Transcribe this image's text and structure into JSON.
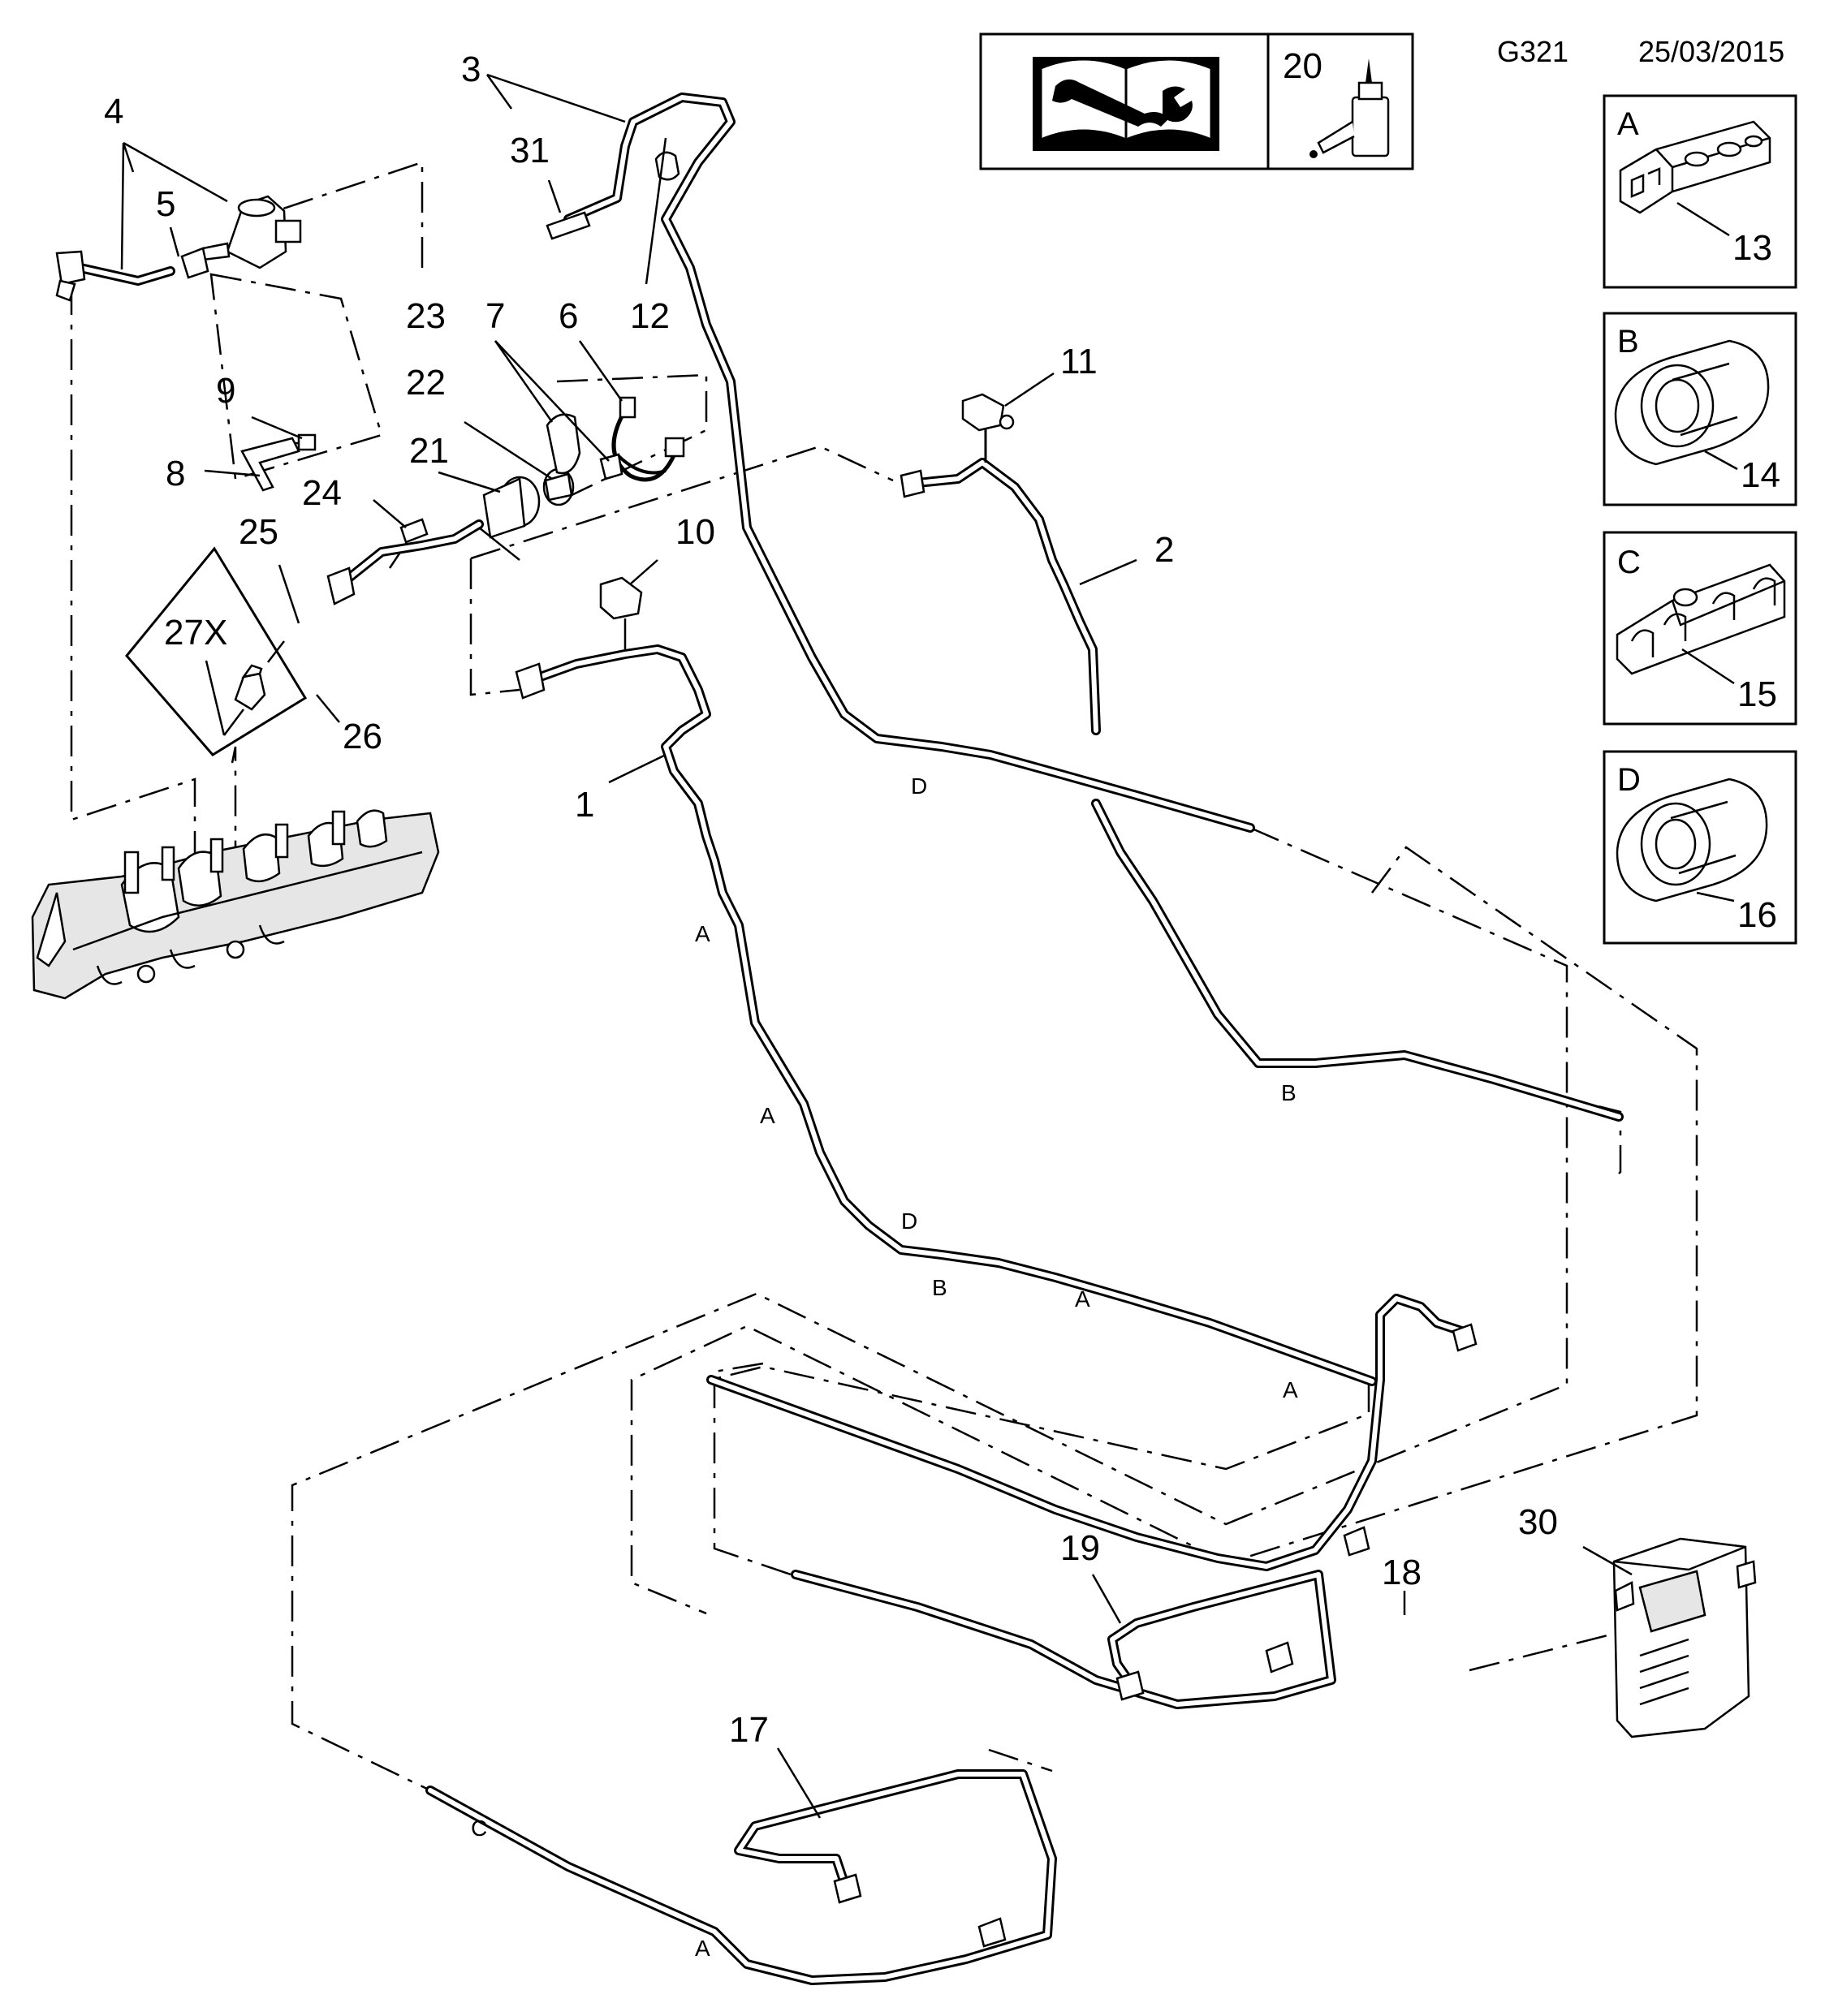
{
  "header": {
    "diagram_code": "G321",
    "date": "25/03/2015",
    "lubricant_ref": "20"
  },
  "clip_legend": [
    {
      "letter": "A",
      "part": "13",
      "icon": "multi-clip-icon"
    },
    {
      "letter": "B",
      "part": "14",
      "icon": "single-clip-icon"
    },
    {
      "letter": "C",
      "part": "15",
      "icon": "triple-clip-icon"
    },
    {
      "letter": "D",
      "part": "16",
      "icon": "single-clip-icon"
    }
  ],
  "callouts": [
    "1",
    "2",
    "3",
    "4",
    "5",
    "6",
    "7",
    "8",
    "9",
    "10",
    "11",
    "12",
    "17",
    "18",
    "19",
    "21",
    "22",
    "23",
    "24",
    "25",
    "26",
    "27X",
    "30",
    "31"
  ],
  "pipe_letters": [
    "A",
    "A",
    "D",
    "B",
    "A",
    "A",
    "D",
    "B",
    "C",
    "A"
  ],
  "icons": {
    "manual": "service-manual-icon",
    "oil": "oil-bottle-icon"
  }
}
